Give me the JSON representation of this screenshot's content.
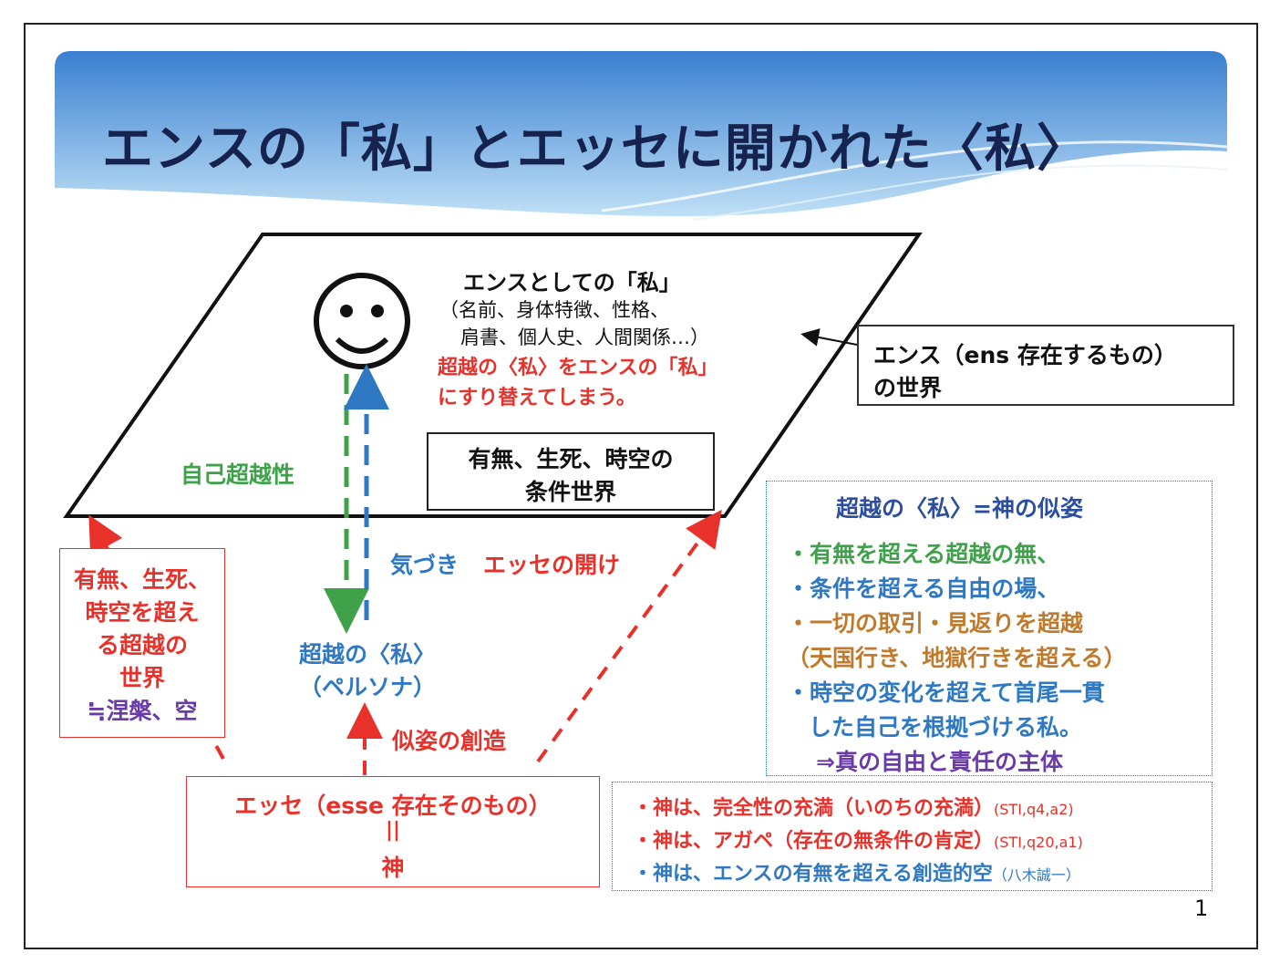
{
  "title": "エンスの「私」とエッセに開かれた〈私〉",
  "ens_self": {
    "heading": "エンスとしての「私」",
    "details_line1": "（名前、身体特徴、性格、",
    "details_line2": "肩書、個人史、人間関係…）",
    "warning_line1": "超越の〈私〉をエンスの「私」",
    "warning_line2": "にすり替えてしまう。"
  },
  "ens_world": {
    "line1": "エンス（ens 存在するもの）",
    "line2": "の世界"
  },
  "conditional_world": {
    "line1": "有無、生死、時空の",
    "line2": "条件世界"
  },
  "self_transcendence": "自己超越性",
  "awareness": "気づき",
  "esse_opening": "エッセの開け",
  "transcendent_self": {
    "line1": "超越の〈私〉",
    "line2": "（ペルソナ）"
  },
  "image_creation": "似姿の創造",
  "transcendent_world": {
    "line1": "有無、生死、",
    "line2": "時空を超え",
    "line3": "る超越の",
    "line4": "世界",
    "line5": "≒涅槃、空"
  },
  "esse": {
    "line1": "エッセ（esse 存在そのもの）",
    "line2": "||",
    "line3": "神"
  },
  "imago_dei": {
    "heading": "超越の〈私〉=神の似姿",
    "item1": "・有無を超える超越の無、",
    "item2": "・条件を超える自由の場、",
    "item3": "・一切の取引・見返りを超越",
    "item3b": "（天国行き、地獄行きを超える）",
    "item4": "・時空の変化を超えて首尾一貫",
    "item4b": "した自己を根拠づける私。",
    "item5": "⇒真の自由と責任の主体"
  },
  "god": {
    "line1": "・神は、完全性の充満（いのちの充満）",
    "line1_ref": "(STI,q4,a2)",
    "line2": "・神は、アガペ（存在の無条件の肯定）",
    "line2_ref": "(STI,q20,a1)",
    "line3": "・神は、エンスの有無を超える創造的空",
    "line3_ref": "（八木誠一）"
  },
  "page_number": "1",
  "colors": {
    "title": "#16234f",
    "red": "#e8312a",
    "blue": "#2e78c4",
    "green": "#3fa24a",
    "orange": "#c07a2c",
    "purple": "#6a3ba8"
  }
}
